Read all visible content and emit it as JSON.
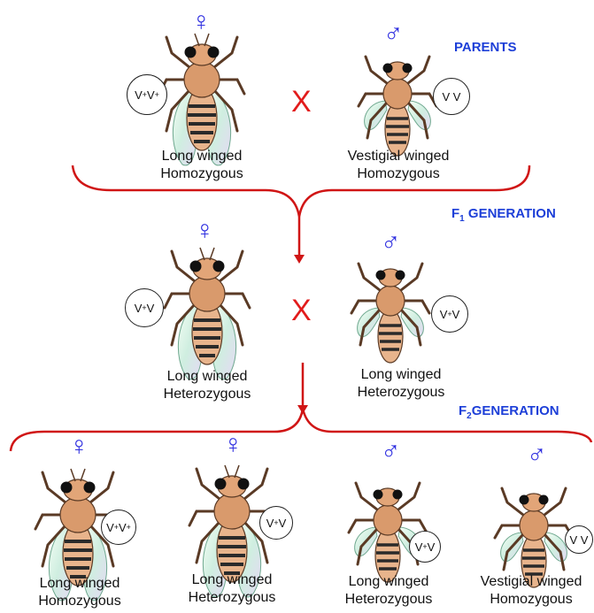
{
  "headings": {
    "parents": "PARENTS",
    "f1": "F",
    "f1_sub": "1",
    "f1_rest": " GENERATION",
    "f2": "F",
    "f2_sub": "2",
    "f2_rest": "GENERATION"
  },
  "cross_symbol": "X",
  "symbols": {
    "female": "♀",
    "male": "♂"
  },
  "genotypes": {
    "homo_long": {
      "a": "V",
      "a_sup": "+",
      "b": "V",
      "b_sup": "+"
    },
    "hetero": {
      "a": "V",
      "a_sup": "+",
      "b": " V"
    },
    "homo_vest": {
      "text": "V V"
    }
  },
  "parents": {
    "female": {
      "line1": "Long winged",
      "line2": "Homozygous"
    },
    "male": {
      "line1": "Vestigial winged",
      "line2": "Homozygous"
    }
  },
  "f1": {
    "female": {
      "line1": "Long winged",
      "line2": "Heterozygous"
    },
    "male": {
      "line1": "Long winged",
      "line2": "Heterozygous"
    }
  },
  "f2": [
    {
      "line1": "Long winged",
      "line2": "Homozygous"
    },
    {
      "line1": "Long winged",
      "line2": "Heterozygous"
    },
    {
      "line1": "Long winged",
      "line2": "Heterozygous"
    },
    {
      "line1": "Vestigial winged",
      "line2": "Homozygous"
    }
  ],
  "colors": {
    "bracket": "#d01515",
    "sex_symbol": "#2f2fe0",
    "heading": "#1d3fd8",
    "body": "#c98a5a"
  }
}
